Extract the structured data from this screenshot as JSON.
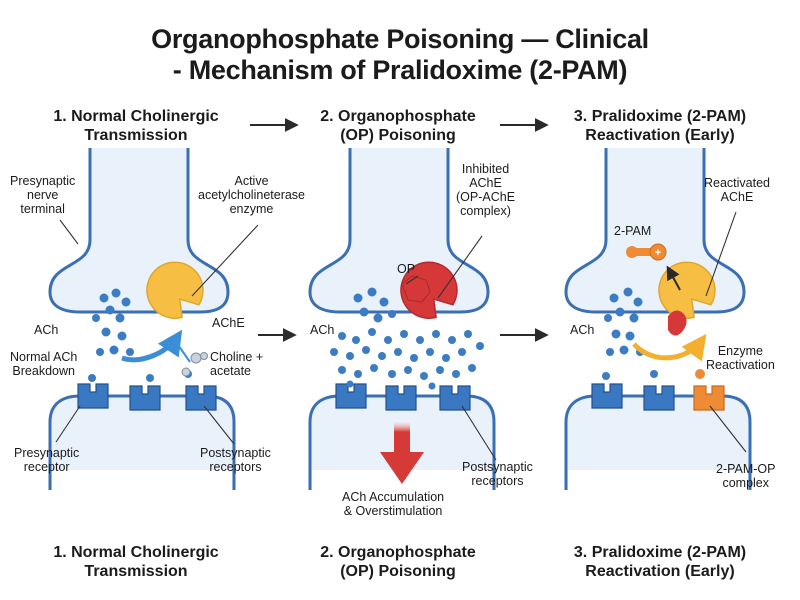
{
  "title": {
    "line1": "Organophosphate Poisoning — Clinical",
    "line2": "- Mechanism of Pralidoxime (2-PAM)"
  },
  "panels": [
    {
      "top_heading": [
        "1. Normal Cholinergic",
        "Transmission"
      ],
      "bottom_heading": [
        "1. Normal Cholinergic",
        "Transmission"
      ],
      "labels": {
        "presynaptic_terminal": [
          "Presynaptic",
          "nerve",
          "terminal"
        ],
        "active_enzyme": [
          "Active",
          "acetylcholineterase",
          "enzyme"
        ],
        "ache": "AChE",
        "ach": "ACh",
        "normal_breakdown": [
          "Normal ACh",
          "Breakdown"
        ],
        "choline_acetate": [
          "Choline +",
          "acetate"
        ],
        "presynaptic_receptor": [
          "Presynaptic",
          "receptor"
        ],
        "postsynaptic_receptors": [
          "Postsynaptic",
          "receptors"
        ]
      }
    },
    {
      "top_heading": [
        "2. Organophosphate",
        "(OP) Poisoning"
      ],
      "bottom_heading": [
        "2. Organophosphate",
        "(OP) Poisoning"
      ],
      "labels": {
        "inhibited_ache": [
          "Inhibited",
          "AChE",
          "(OP-AChE",
          "complex)"
        ],
        "op": "OP",
        "ach": "ACh",
        "accumulation": [
          "ACh Accumulation",
          "& Overstimulation"
        ],
        "postsynaptic_receptors": [
          "Postsynaptic",
          "receptors"
        ]
      }
    },
    {
      "top_heading": [
        "3. Pralidoxime (2-PAM)",
        "Reactivation (Early)"
      ],
      "bottom_heading": [
        "3. Pralidoxime (2-PAM)",
        "Reactivation (Early)"
      ],
      "labels": {
        "reactivated_ache": [
          "Reactivated",
          "AChE"
        ],
        "pam": "2-PAM",
        "ach": "ACh",
        "enzyme_reactivation": [
          "Enzyme",
          "Reactivation"
        ],
        "pam_op_complex": [
          "2-PAM-OP",
          "complex"
        ]
      }
    }
  ],
  "colors": {
    "membrane": "#3a6fb5",
    "membrane_fill": "#e9f1fb",
    "vesicle": "#3b7cc4",
    "receptor": "#3a79c2",
    "enzyme": "#f6be42",
    "op": "#d6383a",
    "pam": "#ef8a35",
    "arrow_dark": "#2a2a2a",
    "arrow_red": "#d63a36"
  }
}
